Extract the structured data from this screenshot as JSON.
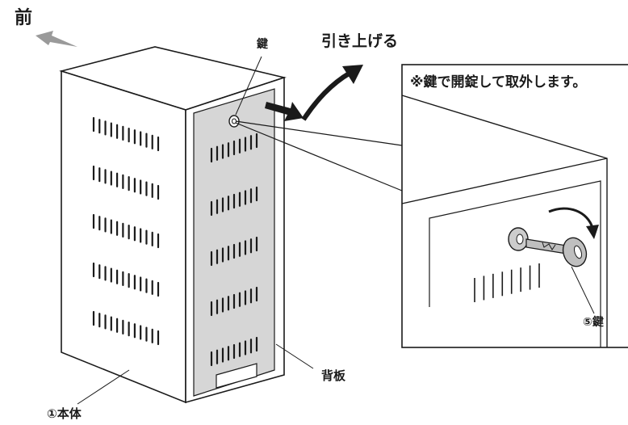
{
  "labels": {
    "front": "前",
    "key_top": "鍵",
    "lift": "引き上げる",
    "note": "※鍵で開錠して取外します。",
    "back_plate": "背板",
    "main_body": "①本体",
    "key_detail": "⑤鍵"
  },
  "colors": {
    "line": "#1a1a1a",
    "back_plate_fill": "#d6d6d6",
    "arrow_gray": "#9a9a9a",
    "key_fill": "#bfbfbf",
    "background": "#ffffff"
  }
}
